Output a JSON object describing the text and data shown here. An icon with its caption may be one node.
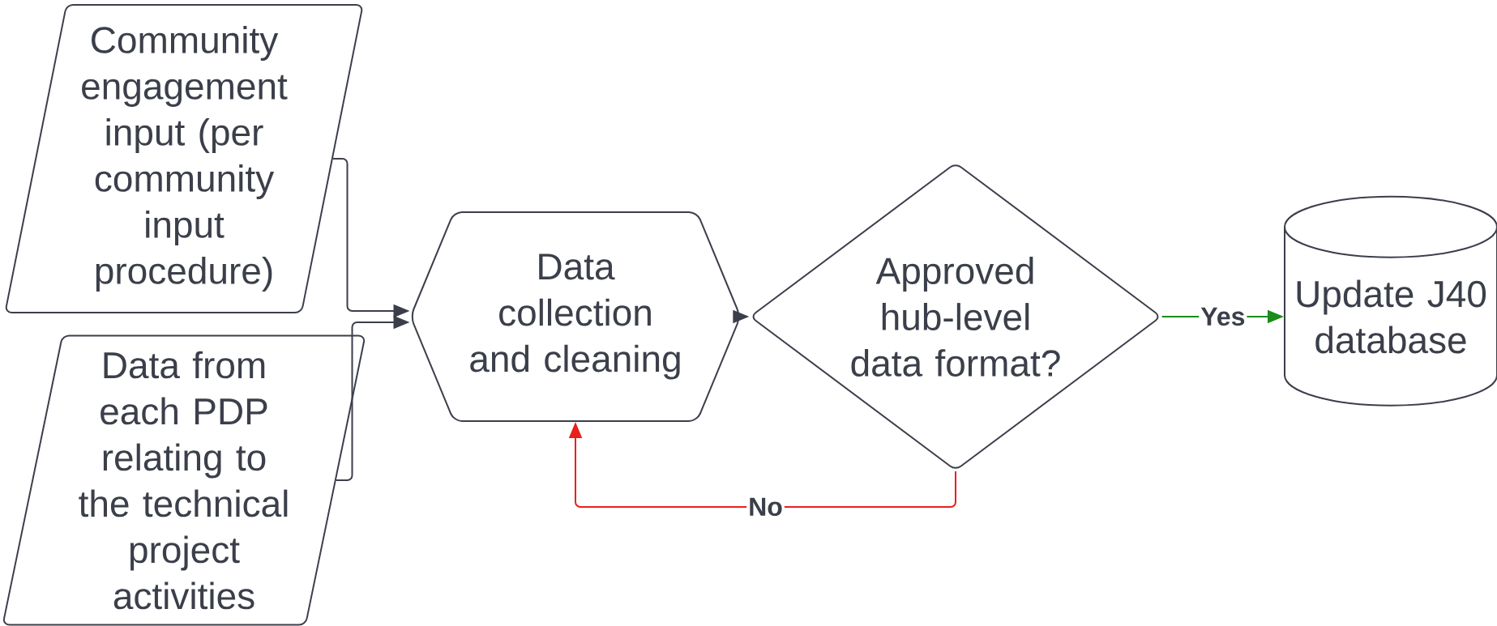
{
  "diagram": {
    "nodes": [
      {
        "text": [
          "Community engagement input (per community input procedure)"
        ]
      },
      {
        "text": [
          "Data from each PDP relating to the technical project activities"
        ]
      },
      {
        "text": [
          "Data collection and cleaning"
        ]
      },
      {
        "text": [
          "Approved hub-level data format?"
        ]
      },
      {
        "text": [
          "Update J40 database"
        ]
      }
    ],
    "edges": [
      {
        "from": 0,
        "to": 2,
        "arrow": "to"
      },
      {
        "from": 1,
        "to": 2,
        "arrow": "to"
      },
      {
        "from": 2,
        "to": 3,
        "arrow": "to"
      },
      {
        "from": 3,
        "to": 4,
        "arrow": "to",
        "label": "Yes",
        "color": "#1a8c1a"
      },
      {
        "from": 3,
        "to": 2,
        "arrow": "to",
        "label": "No",
        "color": "#e8201c"
      }
    ]
  }
}
